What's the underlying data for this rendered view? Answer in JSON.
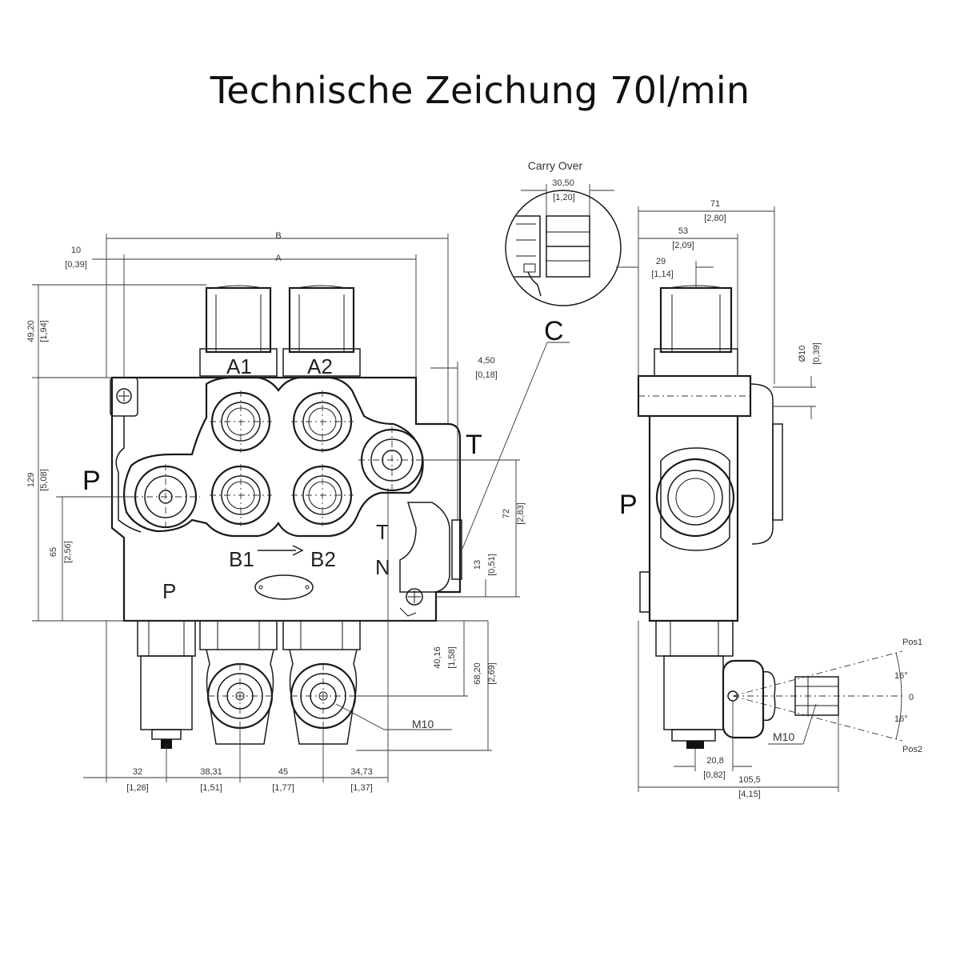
{
  "title": "Technische Zeichung 70l/min",
  "detail": {
    "label": "Carry Over",
    "dim_mm": "30,50",
    "dim_in": "[1,20]"
  },
  "callout_c": "C",
  "ports": {
    "A1": "A1",
    "A2": "A2",
    "B1": "B1",
    "B2": "B2",
    "P": "P",
    "T": "T",
    "N": "N",
    "P_side": "P",
    "P_body": "P",
    "T_body": "T"
  },
  "front_dims": {
    "d10": {
      "mm": "10",
      "in": "[0,39]"
    },
    "B": {
      "mm": "B"
    },
    "A": {
      "mm": "A"
    },
    "d4_50": {
      "mm": "4,50",
      "in": "[0,18]"
    },
    "d49_20": {
      "mm": "49,20",
      "in": "[1,94]"
    },
    "d129": {
      "mm": "129",
      "in": "[5,08]"
    },
    "d65": {
      "mm": "65",
      "in": "[2,56]"
    },
    "d72": {
      "mm": "72",
      "in": "[2,83]"
    },
    "d13": {
      "mm": "13",
      "in": "[0,51]"
    },
    "d40_16": {
      "mm": "40,16",
      "in": "[1,58]"
    },
    "d68_20": {
      "mm": "68,20",
      "in": "[2,69]"
    },
    "d32": {
      "mm": "32",
      "in": "[1,26]"
    },
    "d38_31": {
      "mm": "38,31",
      "in": "[1,51]"
    },
    "d45": {
      "mm": "45",
      "in": "[1,77]"
    },
    "d34_73": {
      "mm": "34,73",
      "in": "[1,37]"
    },
    "thread": "M10"
  },
  "side_dims": {
    "d71": {
      "mm": "71",
      "in": "[2,80]"
    },
    "d53": {
      "mm": "53",
      "in": "[2,09]"
    },
    "d29": {
      "mm": "29",
      "in": "[1,14]"
    },
    "dia10": {
      "mm": "Ø10",
      "in": "[0,39]"
    },
    "d20_8": {
      "mm": "20,8",
      "in": "[0,82]"
    },
    "d105_5": {
      "mm": "105,5",
      "in": "[4,15]"
    },
    "thread": "M10",
    "pos1": "Pos1",
    "pos2": "Pos2",
    "ang1": "16°",
    "ang2": "16°",
    "zero": "0"
  }
}
